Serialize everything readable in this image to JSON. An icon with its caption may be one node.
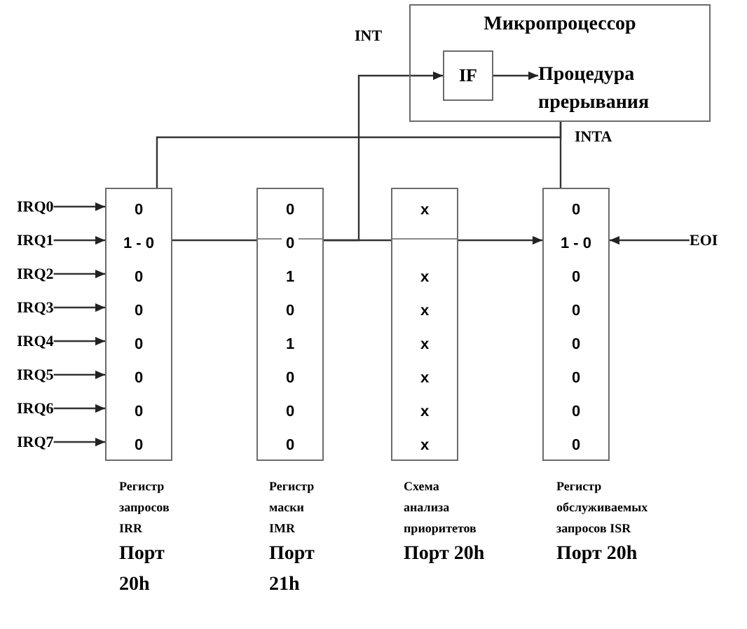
{
  "diagram": {
    "nodes": [
      {
        "text": [
          "Микропроцессор"
        ]
      },
      {
        "text": [
          "IF"
        ],
        "in": 0
      },
      {
        "text": [
          "Процедура прерывания"
        ],
        "in": 0
      },
      {
        "text": [
          "IRQ0"
        ]
      },
      {
        "text": [
          "IRQ1"
        ]
      },
      {
        "text": [
          "IRQ2"
        ]
      },
      {
        "text": [
          "IRQ3"
        ]
      },
      {
        "text": [
          "IRQ4"
        ]
      },
      {
        "text": [
          "IRQ5"
        ]
      },
      {
        "text": [
          "IRQ6"
        ]
      },
      {
        "text": [
          "IRQ7"
        ]
      },
      {
        "text": [
          "0",
          "1 - 0",
          "0",
          "0",
          "0",
          "0",
          "0",
          "0"
        ],
        "beside": [
          "Регистр запросов IRR",
          "Порт 20h"
        ]
      },
      {
        "text": [
          "0",
          "0",
          "1",
          "0",
          "1",
          "0",
          "0",
          "0"
        ],
        "beside": [
          "Регистр маски IMR",
          "Порт 21h"
        ]
      },
      {
        "text": [
          "x",
          "x",
          "x",
          "x",
          "x",
          "x",
          "x"
        ],
        "beside": [
          "Схема анализа приоритетов",
          "Порт 20h"
        ]
      },
      {
        "text": [
          "0",
          "1 - 0",
          "0",
          "0",
          "0",
          "0",
          "0",
          "0"
        ],
        "beside": [
          "Регистр обслуживаемых запросов ISR",
          "Порт 20h"
        ]
      },
      {
        "text": [
          "EOI"
        ]
      }
    ],
    "edges": [
      {
        "from": 3,
        "to": 11,
        "arrow": "to"
      },
      {
        "from": 4,
        "to": 11,
        "arrow": "to"
      },
      {
        "from": 5,
        "to": 11,
        "arrow": "to"
      },
      {
        "from": 6,
        "to": 11,
        "arrow": "to"
      },
      {
        "from": 7,
        "to": 11,
        "arrow": "to"
      },
      {
        "from": 8,
        "to": 11,
        "arrow": "to"
      },
      {
        "from": 9,
        "to": 11,
        "arrow": "to"
      },
      {
        "from": 10,
        "to": 11,
        "arrow": "to"
      },
      {
        "from": 11,
        "to": 12,
        "arrow": "none"
      },
      {
        "from": 12,
        "to": 1,
        "arrow": "to",
        "label": "INT"
      },
      {
        "from": 12,
        "to": 13,
        "arrow": "none"
      },
      {
        "from": 13,
        "to": 14,
        "arrow": "to"
      },
      {
        "from": 0,
        "to": 11,
        "arrow": "none"
      },
      {
        "from": 0,
        "to": 14,
        "arrow": "none",
        "label": "INTA"
      },
      {
        "from": 15,
        "to": 14,
        "arrow": "to"
      },
      {
        "from": 1,
        "to": 2,
        "arrow": "to"
      }
    ]
  }
}
